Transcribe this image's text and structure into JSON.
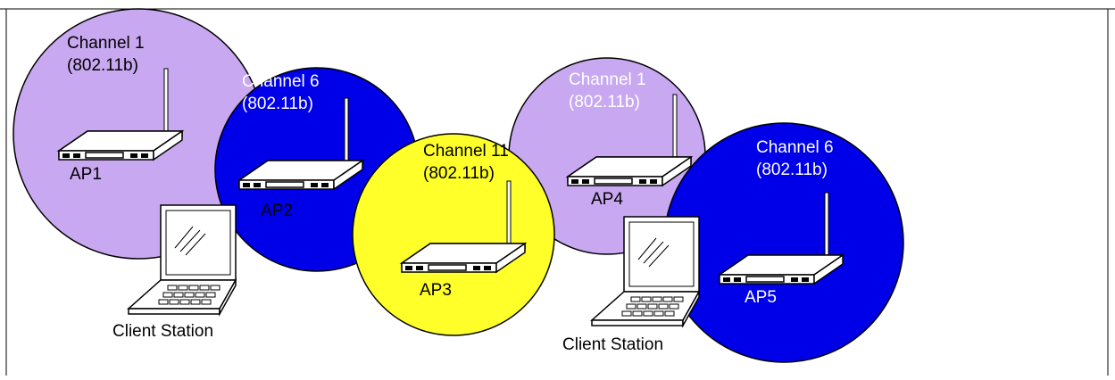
{
  "colors": {
    "ch1_fill": "#c8a8f0",
    "ch6_fill": "#0000e8",
    "ch11_fill": "#ffff2a",
    "outline": "#000000"
  },
  "cells": [
    {
      "id": "ap1",
      "channel": "Channel 1",
      "standard": "(802.11b)",
      "ap": "AP1",
      "color": "#c8a8f0",
      "label_color": "#000000"
    },
    {
      "id": "ap2",
      "channel": "Channel 6",
      "standard": "(802.11b)",
      "ap": "AP2",
      "color": "#0000e8",
      "label_color": "#ffffff"
    },
    {
      "id": "ap3",
      "channel": "Channel 11",
      "standard": "(802.11b)",
      "ap": "AP3",
      "color": "#ffff2a",
      "label_color": "#000000"
    },
    {
      "id": "ap4",
      "channel": "Channel 1",
      "standard": "(802.11b)",
      "ap": "AP4",
      "color": "#c8a8f0",
      "label_color": "#ffffff"
    },
    {
      "id": "ap5",
      "channel": "Channel 6",
      "standard": "(802.11b)",
      "ap": "AP5",
      "color": "#0000e8",
      "label_color": "#ffffff"
    }
  ],
  "clients": [
    {
      "id": "client-1",
      "label": "Client Station"
    },
    {
      "id": "client-2",
      "label": "Client Station"
    }
  ]
}
